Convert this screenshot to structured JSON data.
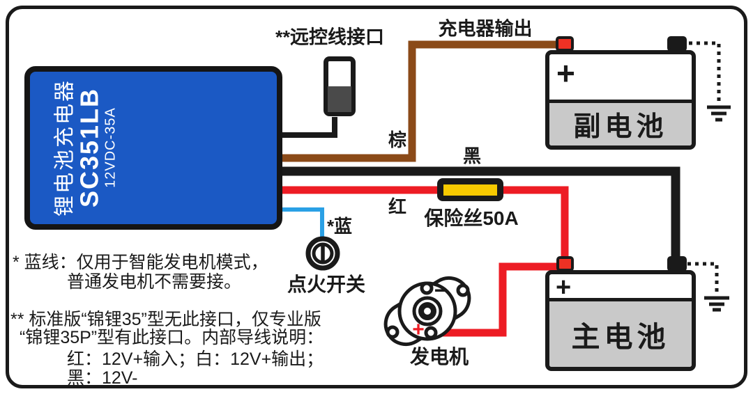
{
  "charger": {
    "name_vertical": "锂电池充电器",
    "model": "SC351LB",
    "spec": "12VDC-35A"
  },
  "labels": {
    "remote_port": "**远控线接口",
    "charger_output": "充电器输出",
    "wire_brown": "棕",
    "wire_black": "黑",
    "wire_red": "红",
    "wire_blue": "*蓝",
    "fuse": "保险丝50A",
    "ignition_switch": "点火开关",
    "alternator": "发电机"
  },
  "batteries": {
    "aux": {
      "label": "副电池",
      "plus_mark": "+"
    },
    "main": {
      "label": "主电池",
      "plus_mark": "+"
    }
  },
  "alternator_marks": {
    "minus": "−",
    "plus": "+"
  },
  "footnotes": {
    "blue_note_line1": "* 蓝线：仅用于智能发电机模式，",
    "blue_note_line2": "普通发电机不需要接。",
    "port_note_line1": "** 标准版“锦锂35”型无此接口，仅专业版",
    "port_note_line2": "“锦锂35P”型有此接口。内部导线说明：",
    "port_note_line3": "红：12V+输入；白：12V+输出；",
    "port_note_line4": "黑：12V-"
  },
  "colors": {
    "charger_blue": "#1b59c4",
    "wire_brown": "#8b4a18",
    "wire_red": "#ed1c24",
    "wire_blue": "#2aa0e5",
    "wire_black": "#1a1a1a",
    "fuse_yellow": "#f8ca00",
    "battery_gray": "#c9c9c9",
    "terminal_red": "#ee3124",
    "connector_gray": "#4a4a4a"
  }
}
